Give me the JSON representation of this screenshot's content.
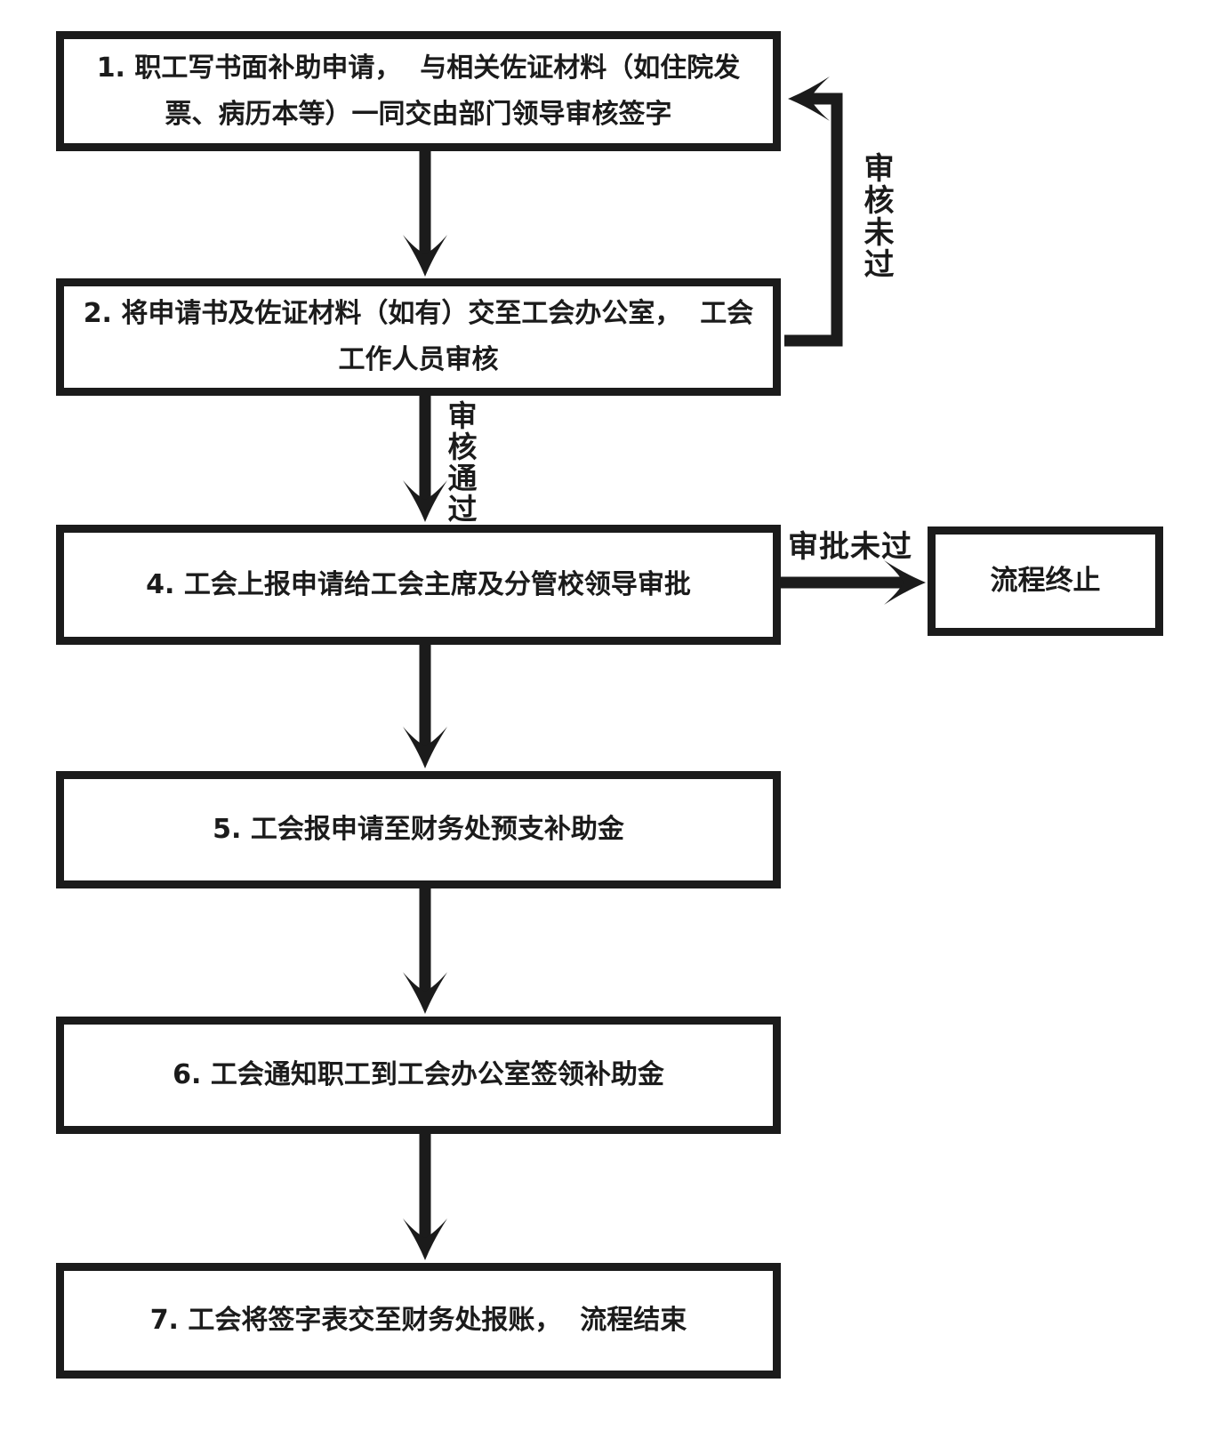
{
  "flowchart": {
    "steps": [
      {
        "id": "step1",
        "label": "1. 职工写书面补助申请，  与相关佐证材料（如住院发票、病历本等）一同交由部门领导审核签字"
      },
      {
        "id": "step2",
        "label": "2. 将申请书及佐证材料（如有）交至工会办公室，  工会工作人员审核"
      },
      {
        "id": "step4",
        "label": "4. 工会上报申请给工会主席及分管校领导审批"
      },
      {
        "id": "step5",
        "label": "5. 工会报申请至财务处预支补助金"
      },
      {
        "id": "step6",
        "label": "6. 工会通知职工到工会办公室签领补助金"
      },
      {
        "id": "step7",
        "label": "7. 工会将签字表交至财务处报账，  流程结束"
      }
    ],
    "terminal": {
      "label": "流程终止"
    },
    "edge_labels": {
      "review_failed": "审核未过",
      "review_passed": "审核通过",
      "approval_failed": "审批未过"
    },
    "colors": {
      "line": "#1b1b1b",
      "background": "#ffffff"
    }
  }
}
